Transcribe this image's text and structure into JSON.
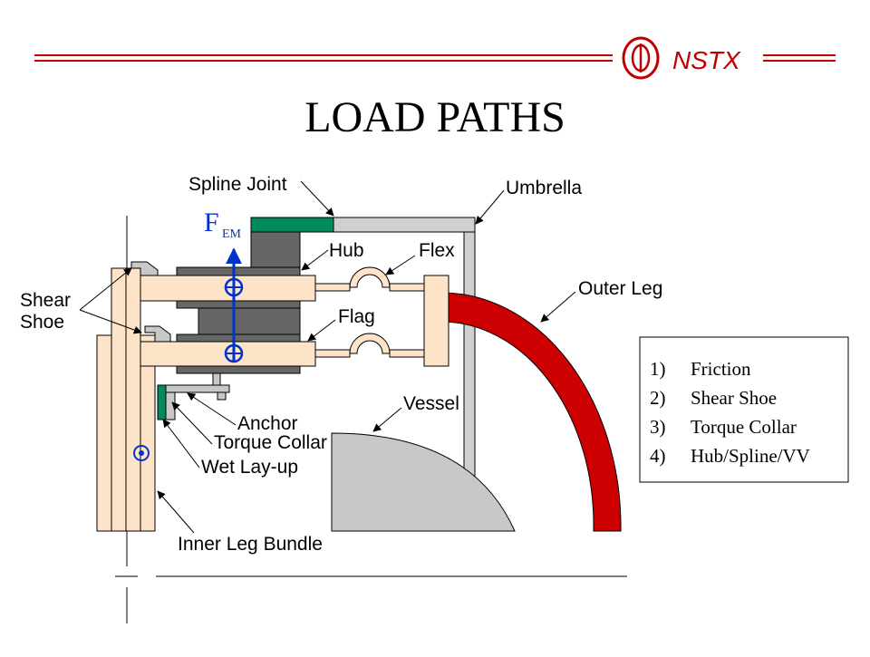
{
  "title": "LOAD PATHS",
  "logo": {
    "text": "NSTX"
  },
  "labels": {
    "spline_joint": "Spline Joint",
    "umbrella": "Umbrella",
    "f_em_main": "F",
    "f_em_sub": "EM",
    "hub": "Hub",
    "flex": "Flex",
    "outer_leg": "Outer Leg",
    "shear": "Shear",
    "shoe": "Shoe",
    "flag": "Flag",
    "vessel": "Vessel",
    "anchor": "Anchor",
    "torque_collar": "Torque Collar",
    "wet_layup": "Wet Lay-up",
    "inner_leg_bundle": "Inner Leg Bundle"
  },
  "legend": [
    {
      "num": "1)",
      "text": "Friction"
    },
    {
      "num": "2)",
      "text": "Shear Shoe"
    },
    {
      "num": "3)",
      "text": "Torque Collar"
    },
    {
      "num": "4)",
      "text": "Hub/Spline/VV"
    }
  ],
  "colors": {
    "outer_leg": "#cc0000",
    "spline_joint": "#008a5e",
    "hub": "#666666",
    "peach": "#fde3c8",
    "umbrella": "#d0d0d0",
    "vessel": "#c8c8c8",
    "force_arrow": "#0033cc",
    "logo": "#c00000"
  },
  "icons": [
    "nstx-logo-icon",
    "force-arrow-icon",
    "centerline-target-icon"
  ]
}
